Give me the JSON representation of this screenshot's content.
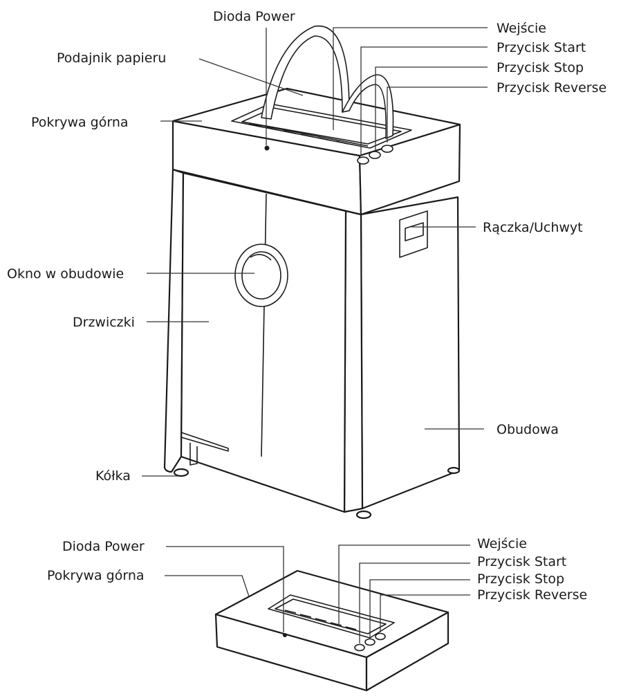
{
  "labels": {
    "power_led": "Dioda Power",
    "paper_feed": "Podajnik papieru",
    "top_cover": "Pokrywa górna",
    "entry": "Wejście",
    "start_button": "Przycisk Start",
    "stop_button": "Przycisk Stop",
    "reverse_button": "Przycisk Reverse",
    "handle": "Rączka/Uchwyt",
    "housing_window": "Okno w obudowie",
    "doors": "Drzwiczki",
    "housing": "Obudowa",
    "wheels": "Kółka"
  },
  "detail_labels": {
    "power_led": "Dioda Power",
    "top_cover": "Pokrywa górna",
    "entry": "Wejście",
    "start_button": "Przycisk Start",
    "stop_button": "Przycisk Stop",
    "reverse_button": "Przycisk Reverse"
  }
}
